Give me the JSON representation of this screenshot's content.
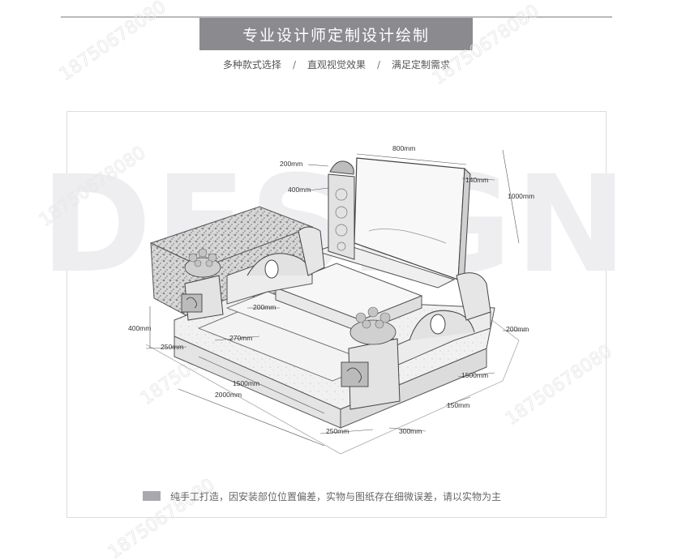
{
  "header": {
    "title": "专业设计师定制设计绘制",
    "subtitle_items": [
      "多种款式选择",
      "直观视觉效果",
      "满足定制需求"
    ],
    "separator": "/"
  },
  "background_word": "DESIGN",
  "watermark_text": "18750678080",
  "dimensions": {
    "d800": "800mm",
    "d140": "140mm",
    "d1000": "1000mm",
    "d200a": "200mm",
    "d400a": "400mm",
    "d200b": "200mm",
    "d400b": "400mm",
    "d250a": "250mm",
    "d270": "270mm",
    "d1500a": "1500mm",
    "d2000": "2000mm",
    "d200c": "200mm",
    "d1500b": "1500mm",
    "d150": "150mm",
    "d250b": "250mm",
    "d300": "300mm"
  },
  "footer_note": "纯手工打造，因安装部位位置偏差，实物与图纸存在细微误差，请以实物为主",
  "colors": {
    "title_bar": "#8b8b8f",
    "rule": "#b9b9bb",
    "swatch": "#a9a9ad"
  }
}
